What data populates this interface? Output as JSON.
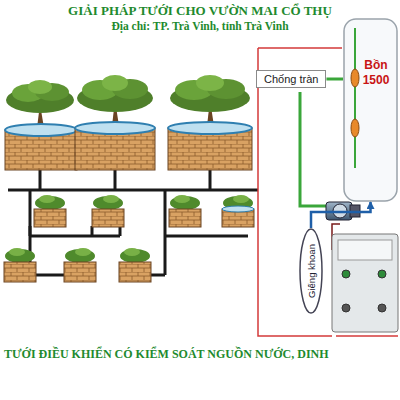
{
  "diagram": {
    "title": "GIẢI PHÁP TƯỚI CHO VƯỜN MAI CỔ THỤ",
    "caption": "TƯỚI ĐIỀU KHIỂN CÓ KIỂM SOÁT NGUỒN NƯỚC, DINH",
    "nodes": [
      {
        "text": [
          "Chống tràn"
        ]
      },
      {
        "text": [
          "Bồn 1500"
        ]
      },
      {
        "text": [
          "Giếng khoan"
        ]
      }
    ],
    "edges": [
      {
        "from": 0,
        "to": 1,
        "arrow": "none"
      },
      {
        "from": 2,
        "to": 1,
        "arrow": "to"
      }
    ],
    "labels": [
      "Địa chỉ: TP. Trà Vinh, tỉnh Trà Vinh"
    ]
  }
}
